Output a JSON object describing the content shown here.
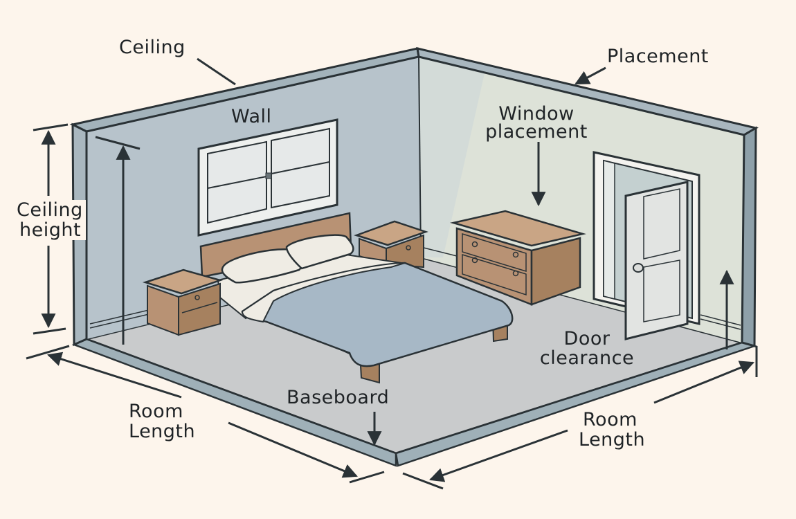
{
  "diagram": {
    "subject": "Bedroom layout with room measurements",
    "colors": {
      "background": "#fdf5ec",
      "left_wall": "#b7c3cb",
      "right_wall": "#dde2d8",
      "wall_edge": "#9aa9b1",
      "floor": "#c9cbcc",
      "wood": "#b89274",
      "wood_dark": "#9c7a5e",
      "bedspread": "#a7b8c6",
      "linen": "#efece4",
      "outline": "#2a3236"
    },
    "labels": {
      "ceiling": "Ceiling",
      "placement": "Placement",
      "wall": "Wall",
      "window_placement_line1": "Window",
      "window_placement_line2": "placement",
      "ceiling_height_line1": "Ceiling",
      "ceiling_height_line2": "height",
      "door_clearance_line1": "Door",
      "door_clearance_line2": "clearance",
      "baseboard": "Baseboard",
      "room_length_left_line1": "Room",
      "room_length_left_line2": "Length",
      "room_length_right_line1": "Room",
      "room_length_right_line2": "Length"
    },
    "objects": [
      {
        "name": "window",
        "panes": 4
      },
      {
        "name": "bed",
        "pillows": 2
      },
      {
        "name": "nightstand-left",
        "drawers": 1
      },
      {
        "name": "nightstand-right",
        "drawers": 1
      },
      {
        "name": "dresser",
        "drawers": 2
      },
      {
        "name": "door",
        "panels": 2,
        "state": "open"
      }
    ]
  }
}
